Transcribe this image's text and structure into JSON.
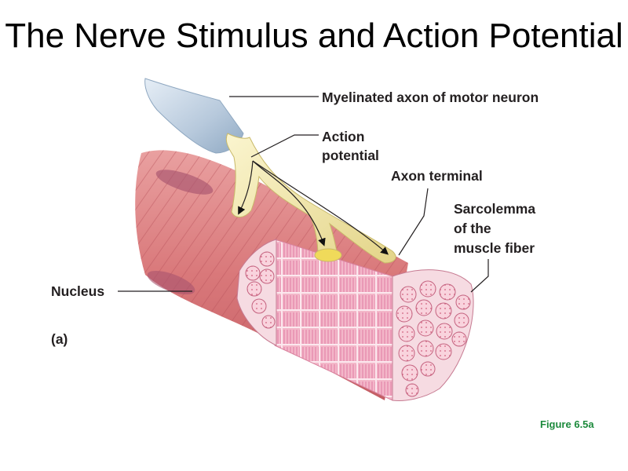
{
  "slide": {
    "title": "The Nerve Stimulus and Action Potential",
    "figure_ref": "Figure 6.5a"
  },
  "labels": {
    "myelinated_axon": "Myelinated axon of motor neuron",
    "action_potential_line1": "Action",
    "action_potential_line2": "potential",
    "axon_terminal": "Axon terminal",
    "sarcolemma_line1": "Sarcolemma",
    "sarcolemma_line2": "of the",
    "sarcolemma_line3": "muscle fiber",
    "nucleus": "Nucleus",
    "panel": "(a)"
  },
  "colors": {
    "muscle": "#d9787a",
    "muscle_stripe": "#b8525a",
    "nerve": "#f2e8a6",
    "myelin": "#b7c9dc",
    "myofibril": "#f3b7c9",
    "figure_ref": "#1c8a3c"
  }
}
